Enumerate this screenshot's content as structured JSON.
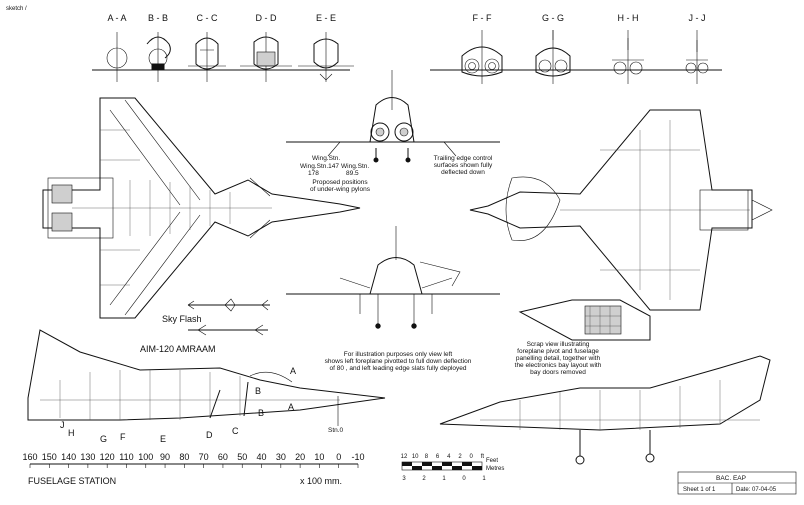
{
  "corner_mark": "sketch /",
  "sections": [
    "A - A",
    "B - B",
    "C - C",
    "D - D",
    "E - E",
    "F - F",
    "G - G",
    "H - H",
    "J - J"
  ],
  "callouts": {
    "wing_stations": [
      "Wing.Stn.",
      "Wing.Stn.147",
      "Wing.Stn.",
      "178",
      "89.5"
    ],
    "pylons": "Proposed positions\nof under-wing pylons",
    "trailing_edge": "Trailing edge control\nsurfaces shown fully\ndeflected down",
    "sky_flash": "Sky Flash",
    "amraam": "AIM-120 AMRAAM",
    "foreplane_note": "For illustration purposes only view left\nshows left foreplane pivotted to full down deflection\nof 80 , and left leading edge slats fully deployed",
    "scrap_view": "Scrap view illustrating\nforeplane pivot and fuselage\npanelling detail, together with\nthe electronics bay layout with\nbay doors removed",
    "stn0": "Stn.0"
  },
  "side_letters": [
    "A",
    "A",
    "B",
    "B",
    "C",
    "D",
    "E",
    "F",
    "G",
    "H",
    "J"
  ],
  "fuselage_scale": {
    "ticks": [
      "160",
      "150",
      "140",
      "130",
      "120",
      "110",
      "100",
      "90",
      "80",
      "70",
      "60",
      "50",
      "40",
      "30",
      "20",
      "10",
      "0",
      "-10"
    ],
    "label": "FUSELAGE STATION",
    "units": "x 100 mm."
  },
  "bar_scale": {
    "feet_ticks": [
      "12",
      "10",
      "8",
      "6",
      "4",
      "2",
      "0",
      "ft"
    ],
    "feet_label": "Feet",
    "metres_label": "Metres",
    "metres_ticks": [
      "3",
      "2",
      "1",
      "0",
      "1"
    ]
  },
  "title_block": {
    "title": "BAC. EAP",
    "sheet": "Sheet 1 of 1",
    "date": "Date: 07-04-05"
  }
}
